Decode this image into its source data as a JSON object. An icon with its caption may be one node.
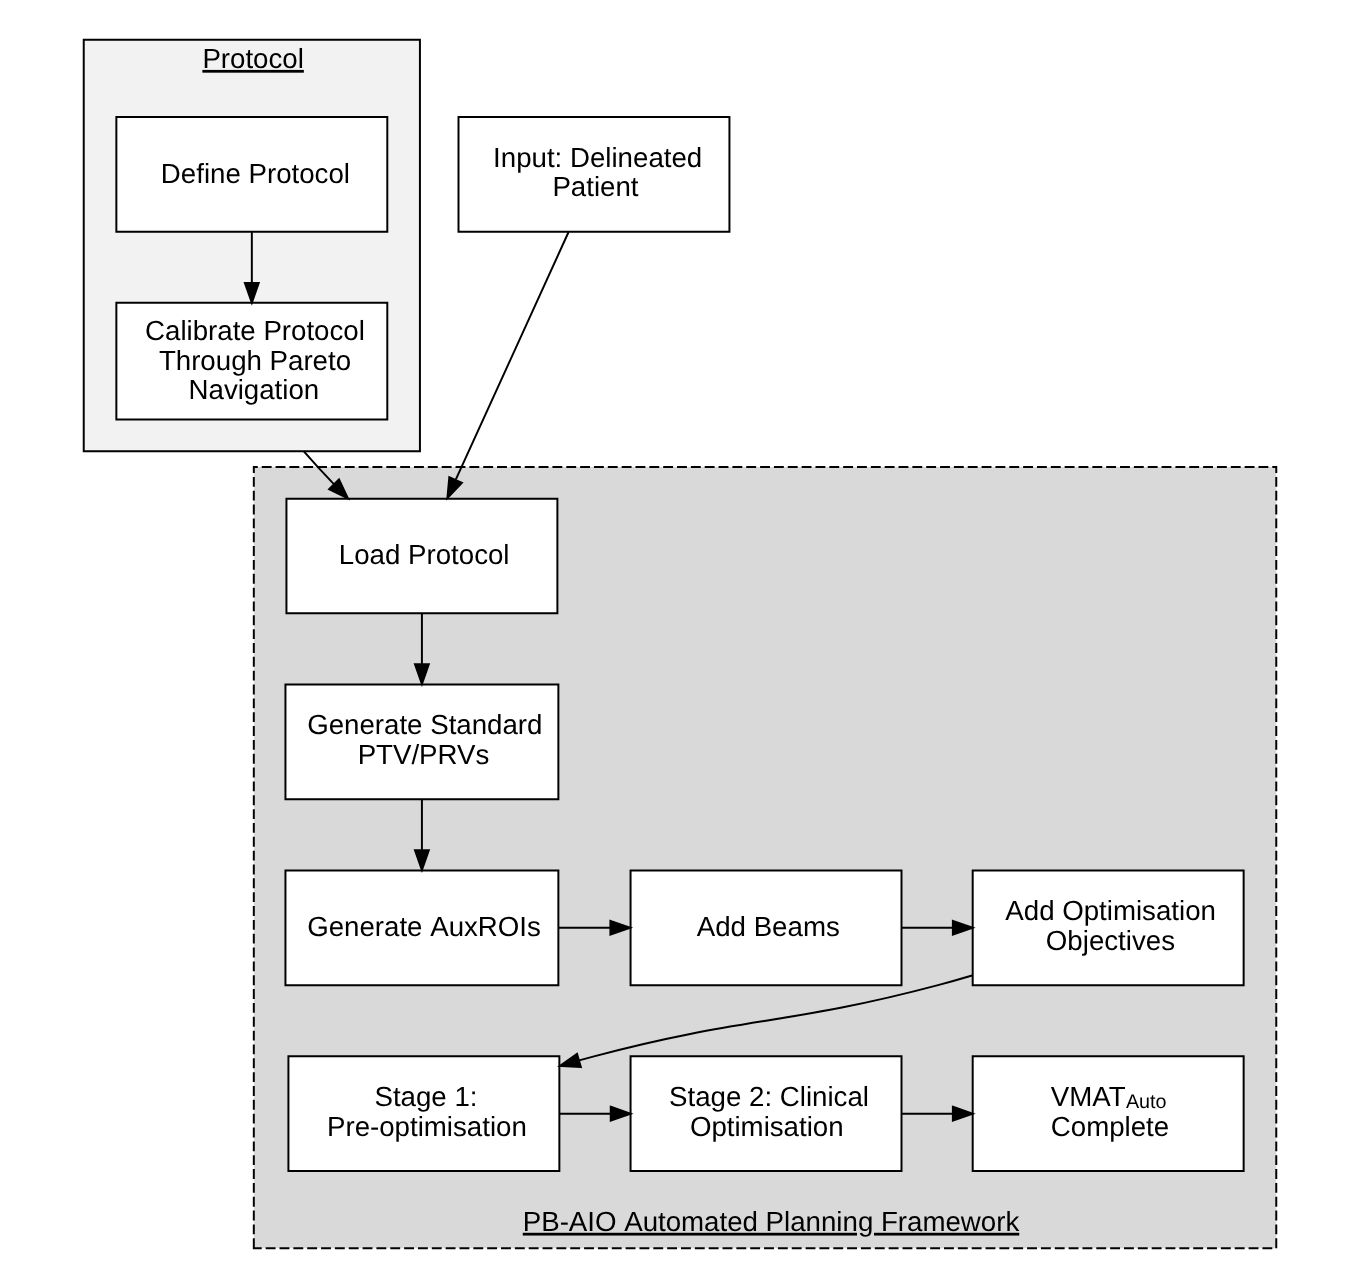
{
  "diagram": {
    "nodes": [
      {
        "text": [
          "Protocol"
        ]
      },
      {
        "text": [
          "Define Protocol"
        ],
        "in": 0
      },
      {
        "text": [
          "Calibrate Protocol Through Pareto Navigation"
        ],
        "in": 0
      },
      {
        "text": [
          "Input: Delineated Patient"
        ]
      },
      {
        "text": [
          "PB-AIO Automated Planning Framework"
        ]
      },
      {
        "text": [
          "Load Protocol"
        ],
        "in": 4
      },
      {
        "text": [
          "Generate Standard PTV/PRVs"
        ],
        "in": 4
      },
      {
        "text": [
          "Generate AuxROIs"
        ],
        "in": 4
      },
      {
        "text": [
          "Add Beams"
        ],
        "in": 4
      },
      {
        "text": [
          "Add Optimisation Objectives"
        ],
        "in": 4
      },
      {
        "text": [
          "Stage 1: Pre-optimisation"
        ],
        "in": 4
      },
      {
        "text": [
          "Stage 2: Clinical Optimisation"
        ],
        "in": 4
      },
      {
        "text": [
          "VMAT$_{Auto}$ Complete"
        ],
        "in": 4
      }
    ],
    "edges": [
      {
        "from": 1,
        "to": 2,
        "arrow": "to"
      },
      {
        "from": 0,
        "to": 5,
        "arrow": "to"
      },
      {
        "from": 3,
        "to": 5,
        "arrow": "to"
      },
      {
        "from": 5,
        "to": 6,
        "arrow": "to"
      },
      {
        "from": 6,
        "to": 7,
        "arrow": "to"
      },
      {
        "from": 7,
        "to": 8,
        "arrow": "to"
      },
      {
        "from": 8,
        "to": 9,
        "arrow": "to"
      },
      {
        "from": 9,
        "to": 10,
        "arrow": "to"
      },
      {
        "from": 10,
        "to": 11,
        "arrow": "to"
      },
      {
        "from": 11,
        "to": 12,
        "arrow": "to"
      }
    ]
  }
}
